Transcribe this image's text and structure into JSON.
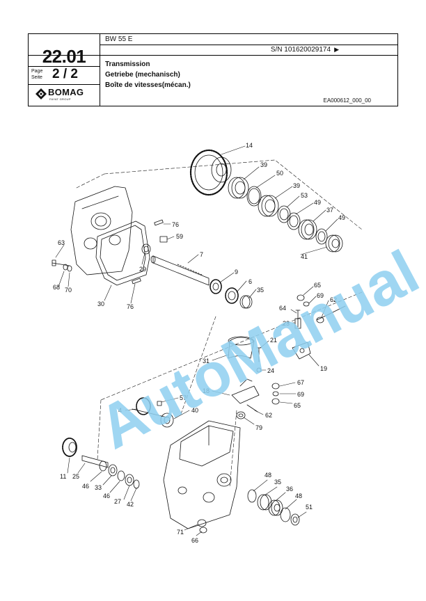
{
  "header": {
    "model": "BW 55 E",
    "serial": "S/N 101620029174",
    "section": "22.01",
    "page_label_1": "Page",
    "page_label_2": "Seite",
    "page": "2 / 2",
    "brand": "BOMAG",
    "brand_sub": "FAYAT GROUP",
    "title_en": "Transmission",
    "title_de": "Getriebe (mechanisch)",
    "title_fr": "Boîte de vitesses(mécan.)",
    "drawing_id": "EA000612_000_00"
  },
  "watermark": "AutoManual",
  "colors": {
    "line": "#111111",
    "watermark": "#8fd0f0"
  },
  "callouts": {
    "c14": "14",
    "c39a": "39",
    "c50": "50",
    "c39b": "39",
    "c53": "53",
    "c49a": "49",
    "c37": "37",
    "c49b": "49",
    "c41": "41",
    "c76a": "76",
    "c59": "59",
    "c7": "7",
    "c63": "63",
    "c29": "29",
    "c9": "9",
    "c6": "6",
    "c35a": "35",
    "c68": "68",
    "c70": "70",
    "c30": "30",
    "c76b": "76",
    "c65a": "65",
    "c69a": "69",
    "c62a": "62",
    "c64": "64",
    "c23": "23",
    "c21": "21",
    "c31": "31",
    "c24": "24",
    "c19": "19",
    "c18": "18",
    "c67": "67",
    "c69b": "69",
    "c65b": "65",
    "c57": "57",
    "c4": "4",
    "c40": "40",
    "c62b": "62",
    "c79": "79",
    "c11": "11",
    "c25": "25",
    "c46a": "46",
    "c33": "33",
    "c46b": "46",
    "c27": "27",
    "c42": "42",
    "c48a": "48",
    "c35b": "35",
    "c36": "36",
    "c48b": "48",
    "c51": "51",
    "c71": "71",
    "c66": "66"
  }
}
